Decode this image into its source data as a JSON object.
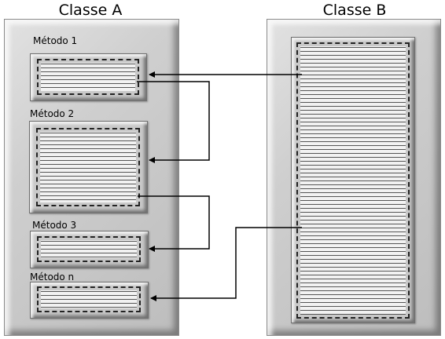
{
  "class_a": {
    "title": "Classe A",
    "methods": [
      {
        "label": "Método 1"
      },
      {
        "label": "Método 2"
      },
      {
        "label": "Método 3"
      },
      {
        "label": "Método n"
      }
    ]
  },
  "class_b": {
    "title": "Classe B"
  }
}
